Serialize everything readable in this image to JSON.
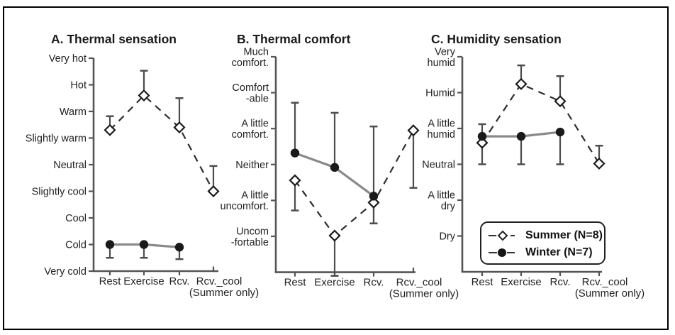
{
  "colors": {
    "background": "#ffffff",
    "border": "#000000",
    "ink": "#1a1a1a",
    "axis": "#555555",
    "error_bar": "#4d4d4d",
    "summer_line": "#2e2e2e",
    "winter_line": "#8a8a8a"
  },
  "legend": {
    "items": [
      {
        "label": "Summer (N=8)",
        "marker": "open-diamond-dashed-line"
      },
      {
        "label": "Winter (N=7)",
        "marker": "filled-circle-solid-line"
      }
    ]
  },
  "chart_data": [
    {
      "panel": "A",
      "type": "line",
      "title": "A. Thermal sensation",
      "categories": [
        "Rest",
        "Exercise",
        "Rcv.",
        "Rcv._cool"
      ],
      "category_note": {
        "index": 3,
        "text": "(Summer only)"
      },
      "yticks": [
        {
          "label": "Very hot",
          "value": 4
        },
        {
          "label": "Hot",
          "value": 3
        },
        {
          "label": "Warm",
          "value": 2
        },
        {
          "label": "Slightly warm",
          "value": 1
        },
        {
          "label": "Neutral",
          "value": 0
        },
        {
          "label": "Slightly cool",
          "value": -1
        },
        {
          "label": "Cool",
          "value": -2
        },
        {
          "label": "Cold",
          "value": -3
        },
        {
          "label": "Very cold",
          "value": -4
        }
      ],
      "ylim": [
        -4,
        4
      ],
      "series": [
        {
          "name": "Summer (N=8)",
          "marker": "open-diamond",
          "line": "dashed",
          "values": [
            1.3,
            2.6,
            1.4,
            -1.0
          ],
          "err_up": [
            1.82,
            3.53,
            2.5,
            -0.05
          ],
          "err_low": [
            null,
            null,
            null,
            null
          ]
        },
        {
          "name": "Winter (N=7)",
          "marker": "filled-circle",
          "line": "solid",
          "values": [
            -3.0,
            -3.0,
            -3.1,
            null
          ],
          "err_up": [
            null,
            null,
            null,
            null
          ],
          "err_low": [
            -3.5,
            -3.5,
            -3.55,
            null
          ]
        }
      ]
    },
    {
      "panel": "B",
      "type": "line",
      "title": "B. Thermal comfort",
      "categories": [
        "Rest",
        "Exercise",
        "Rcv.",
        "Rcv._cool"
      ],
      "category_note": {
        "index": 3,
        "text": "(Summer only)"
      },
      "yticks": [
        {
          "label": "Much\ncomfort.",
          "value": 5
        },
        {
          "label": "Comfort\n-able",
          "value": 4
        },
        {
          "label": "A little\ncomfort.",
          "value": 3
        },
        {
          "label": "Neither",
          "value": 2
        },
        {
          "label": "A little\nuncomfort.",
          "value": 1
        },
        {
          "label": "Uncom\n-fortable",
          "value": 0
        }
      ],
      "ylim": [
        -1,
        5
      ],
      "series": [
        {
          "name": "Summer (N=8)",
          "marker": "open-diamond",
          "line": "dashed",
          "values": [
            1.56,
            0.02,
            0.94,
            2.95
          ],
          "err_up": [
            null,
            null,
            null,
            null
          ],
          "err_low": [
            0.72,
            -1.1,
            0.36,
            1.35
          ]
        },
        {
          "name": "Winter (N=7)",
          "marker": "filled-circle",
          "line": "solid",
          "values": [
            2.32,
            1.92,
            1.12,
            null
          ],
          "err_up": [
            3.72,
            3.44,
            3.06,
            null
          ],
          "err_low": [
            null,
            null,
            0.36,
            null
          ]
        }
      ]
    },
    {
      "panel": "C",
      "type": "line",
      "title": "C. Humidity sensation",
      "categories": [
        "Rest",
        "Exercise",
        "Rcv.",
        "Rcv._cool"
      ],
      "category_note": {
        "index": 3,
        "text": "(Summer only)"
      },
      "yticks": [
        {
          "label": "Very\nhumid",
          "value": 3
        },
        {
          "label": "Humid",
          "value": 2
        },
        {
          "label": "A little\nhumid",
          "value": 1
        },
        {
          "label": "Neutral",
          "value": 0
        },
        {
          "label": "A little\ndry",
          "value": -1
        },
        {
          "label": "Dry",
          "value": -2
        }
      ],
      "ylim": [
        -3,
        3
      ],
      "series": [
        {
          "name": "Summer (N=8)",
          "marker": "open-diamond",
          "line": "dashed",
          "values": [
            0.6,
            2.24,
            1.76,
            0.02
          ],
          "err_up": [
            null,
            2.76,
            2.46,
            0.52
          ],
          "err_low": [
            null,
            null,
            null,
            null
          ]
        },
        {
          "name": "Winter (N=7)",
          "marker": "filled-circle",
          "line": "solid",
          "values": [
            0.78,
            0.78,
            0.9,
            null
          ],
          "err_up": [
            1.12,
            null,
            null,
            null
          ],
          "err_low": [
            0.0,
            0.0,
            0.0,
            null
          ]
        }
      ]
    }
  ]
}
